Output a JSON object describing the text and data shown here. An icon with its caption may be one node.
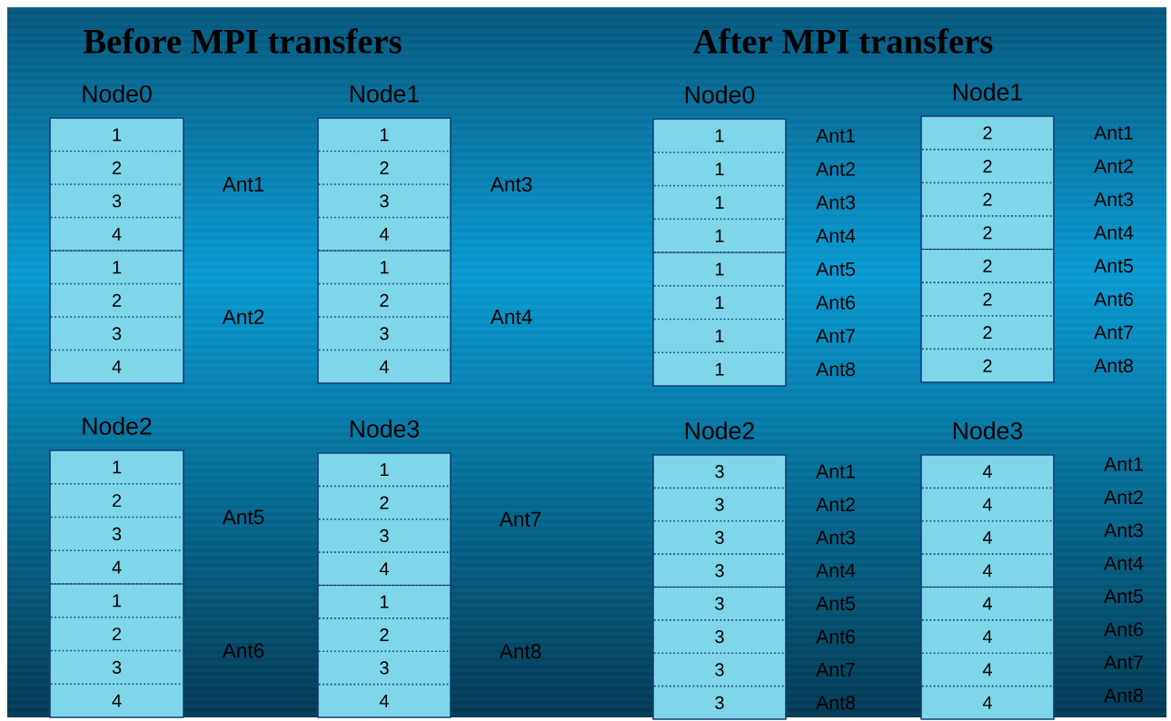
{
  "diagram": {
    "nodes": [
      {
        "text": [
          "Node0"
        ],
        "beside": [
          "Ant1",
          "Ant2"
        ]
      },
      {
        "text": [
          "1"
        ],
        "in": 0
      },
      {
        "text": [
          "2"
        ],
        "in": 0
      },
      {
        "text": [
          "3"
        ],
        "in": 0
      },
      {
        "text": [
          "4"
        ],
        "in": 0
      },
      {
        "text": [
          "1"
        ],
        "in": 0
      },
      {
        "text": [
          "2"
        ],
        "in": 0
      },
      {
        "text": [
          "3"
        ],
        "in": 0
      },
      {
        "text": [
          "4"
        ],
        "in": 0
      },
      {
        "text": [
          "Node1"
        ],
        "beside": [
          "Ant3",
          "Ant4"
        ]
      },
      {
        "text": [
          "1"
        ],
        "in": 9
      },
      {
        "text": [
          "2"
        ],
        "in": 9
      },
      {
        "text": [
          "3"
        ],
        "in": 9
      },
      {
        "text": [
          "4"
        ],
        "in": 9
      },
      {
        "text": [
          "1"
        ],
        "in": 9
      },
      {
        "text": [
          "2"
        ],
        "in": 9
      },
      {
        "text": [
          "3"
        ],
        "in": 9
      },
      {
        "text": [
          "4"
        ],
        "in": 9
      },
      {
        "text": [
          "Node0"
        ],
        "beside": [
          "Ant1",
          "Ant2",
          "Ant3",
          "Ant4",
          "Ant5",
          "Ant6",
          "Ant7",
          "Ant8"
        ]
      },
      {
        "text": [
          "1"
        ],
        "in": 18
      },
      {
        "text": [
          "1"
        ],
        "in": 18
      },
      {
        "text": [
          "1"
        ],
        "in": 18
      },
      {
        "text": [
          "1"
        ],
        "in": 18
      },
      {
        "text": [
          "1"
        ],
        "in": 18
      },
      {
        "text": [
          "1"
        ],
        "in": 18
      },
      {
        "text": [
          "1"
        ],
        "in": 18
      },
      {
        "text": [
          "1"
        ],
        "in": 18
      },
      {
        "text": [
          "Node1"
        ],
        "beside": [
          "Ant1",
          "Ant2",
          "Ant3",
          "Ant4",
          "Ant5",
          "Ant6",
          "Ant7",
          "Ant8"
        ]
      },
      {
        "text": [
          "2"
        ],
        "in": 27
      },
      {
        "text": [
          "2"
        ],
        "in": 27
      },
      {
        "text": [
          "2"
        ],
        "in": 27
      },
      {
        "text": [
          "2"
        ],
        "in": 27
      },
      {
        "text": [
          "2"
        ],
        "in": 27
      },
      {
        "text": [
          "2"
        ],
        "in": 27
      },
      {
        "text": [
          "2"
        ],
        "in": 27
      },
      {
        "text": [
          "2"
        ],
        "in": 27
      },
      {
        "text": [
          "Node2"
        ],
        "beside": [
          "Ant5",
          "Ant6"
        ]
      },
      {
        "text": [
          "1"
        ],
        "in": 36
      },
      {
        "text": [
          "2"
        ],
        "in": 36
      },
      {
        "text": [
          "3"
        ],
        "in": 36
      },
      {
        "text": [
          "4"
        ],
        "in": 36
      },
      {
        "text": [
          "1"
        ],
        "in": 36
      },
      {
        "text": [
          "2"
        ],
        "in": 36
      },
      {
        "text": [
          "3"
        ],
        "in": 36
      },
      {
        "text": [
          "4"
        ],
        "in": 36
      },
      {
        "text": [
          "Node3"
        ],
        "beside": [
          "Ant7",
          "Ant8"
        ]
      },
      {
        "text": [
          "1"
        ],
        "in": 45
      },
      {
        "text": [
          "2"
        ],
        "in": 45
      },
      {
        "text": [
          "3"
        ],
        "in": 45
      },
      {
        "text": [
          "4"
        ],
        "in": 45
      },
      {
        "text": [
          "1"
        ],
        "in": 45
      },
      {
        "text": [
          "2"
        ],
        "in": 45
      },
      {
        "text": [
          "3"
        ],
        "in": 45
      },
      {
        "text": [
          "4"
        ],
        "in": 45
      },
      {
        "text": [
          "Node2"
        ],
        "beside": [
          "Ant1",
          "Ant2",
          "Ant3",
          "Ant4",
          "Ant5",
          "Ant6",
          "Ant7",
          "Ant8"
        ]
      },
      {
        "text": [
          "3"
        ],
        "in": 54
      },
      {
        "text": [
          "3"
        ],
        "in": 54
      },
      {
        "text": [
          "3"
        ],
        "in": 54
      },
      {
        "text": [
          "3"
        ],
        "in": 54
      },
      {
        "text": [
          "3"
        ],
        "in": 54
      },
      {
        "text": [
          "3"
        ],
        "in": 54
      },
      {
        "text": [
          "3"
        ],
        "in": 54
      },
      {
        "text": [
          "3"
        ],
        "in": 54
      },
      {
        "text": [
          "Node3"
        ],
        "beside": [
          "Ant1",
          "Ant2",
          "Ant3",
          "Ant4",
          "Ant5",
          "Ant6",
          "Ant7",
          "Ant8"
        ]
      },
      {
        "text": [
          "4"
        ],
        "in": 63
      },
      {
        "text": [
          "4"
        ],
        "in": 63
      },
      {
        "text": [
          "4"
        ],
        "in": 63
      },
      {
        "text": [
          "4"
        ],
        "in": 63
      },
      {
        "text": [
          "4"
        ],
        "in": 63
      },
      {
        "text": [
          "4"
        ],
        "in": 63
      },
      {
        "text": [
          "4"
        ],
        "in": 63
      },
      {
        "text": [
          "4"
        ],
        "in": 63
      }
    ],
    "labels": [
      "Before MPI transfers",
      "After MPI transfers"
    ]
  }
}
